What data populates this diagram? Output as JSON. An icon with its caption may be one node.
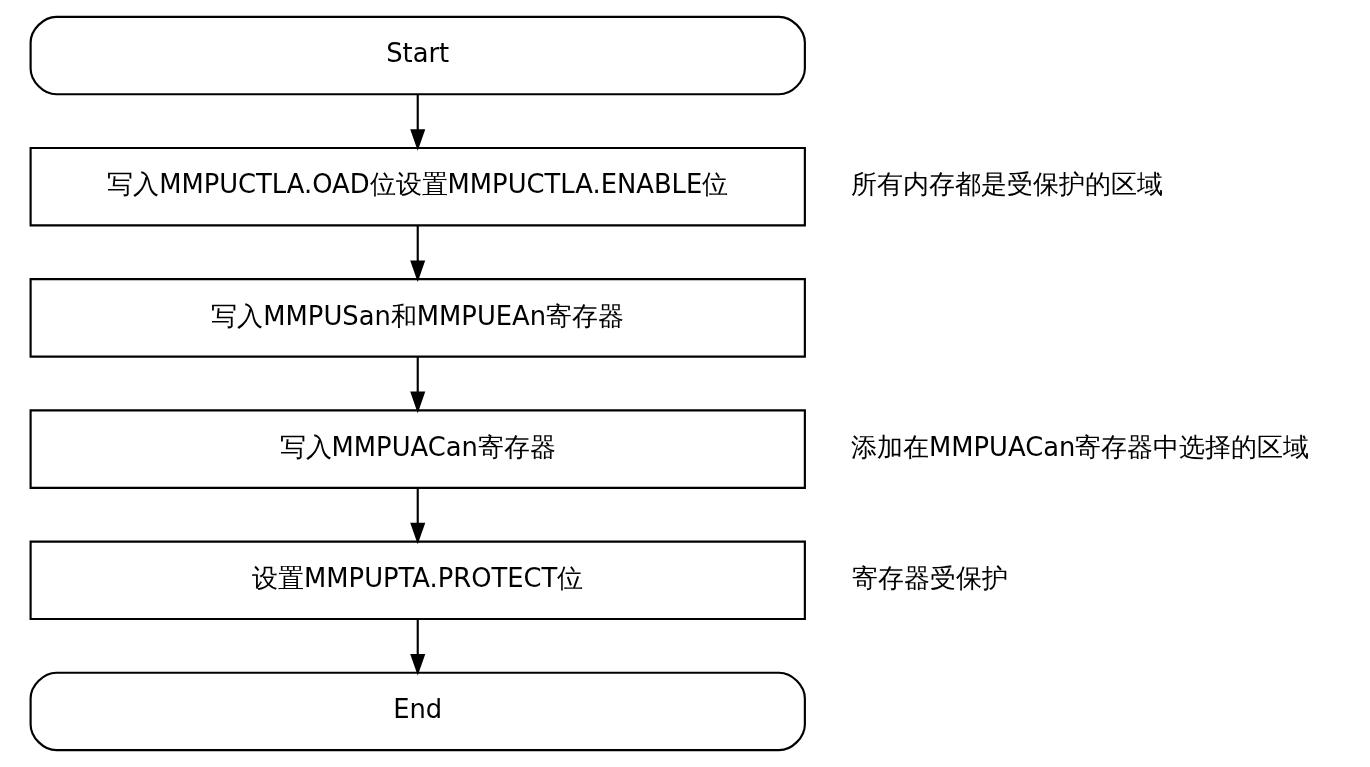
{
  "diagram": {
    "nodes": [
      {
        "text": [
          "Start"
        ]
      },
      {
        "text": [
          "写入MMPUCTLA.OAD位设置MMPUCTLA.ENABLE位"
        ],
        "beside": [
          "所有内存都是受保护的区域"
        ]
      },
      {
        "text": [
          "写入MMPUSan和MMPUEAn寄存器"
        ]
      },
      {
        "text": [
          "写入MMPUACan寄存器"
        ],
        "beside": [
          "添加在MMPUACan寄存器中选择的区域"
        ]
      },
      {
        "text": [
          "设置MMPUPTA.PROTECT位"
        ],
        "beside": [
          "寄存器受保护"
        ]
      },
      {
        "text": [
          "End"
        ]
      }
    ],
    "edges": [
      {
        "from": 0,
        "to": 1,
        "arrow": "to"
      },
      {
        "from": 1,
        "to": 2,
        "arrow": "to"
      },
      {
        "from": 2,
        "to": 3,
        "arrow": "to"
      },
      {
        "from": 3,
        "to": 4,
        "arrow": "to"
      },
      {
        "from": 4,
        "to": 5,
        "arrow": "to"
      }
    ]
  }
}
